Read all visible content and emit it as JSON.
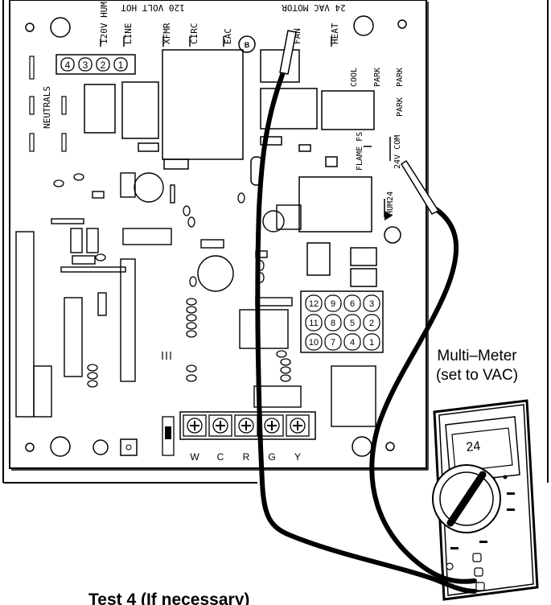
{
  "board": {
    "top_labels": {
      "hot_120": "120 VOLT HOT",
      "motor_24": "24 VAC MOTOR"
    },
    "terminals_top": [
      "120V HUM",
      "LINE",
      "XFMR",
      "CIRC",
      "EAC",
      "FAN",
      "HEAT"
    ],
    "circle_b": "B",
    "connector_pins": [
      "4",
      "3",
      "2",
      "1"
    ],
    "neutrals": "NEUTRALS",
    "right_labels": [
      "COOL",
      "PARK",
      "PARK",
      "PARK"
    ],
    "flame_fs": "FLAME FS",
    "com_24v": "24V COM",
    "hum24": "HUM24",
    "keypad": [
      "12",
      "9",
      "6",
      "3",
      "11",
      "8",
      "5",
      "2",
      "10",
      "7",
      "4",
      "1"
    ],
    "bottom_terminals": [
      "W",
      "C",
      "R",
      "G",
      "Y"
    ]
  },
  "meter": {
    "caption_line1": "Multi–Meter",
    "caption_line2": "(set to VAC)",
    "reading": "24"
  },
  "footer_text": "Test 4 (If necessary)"
}
